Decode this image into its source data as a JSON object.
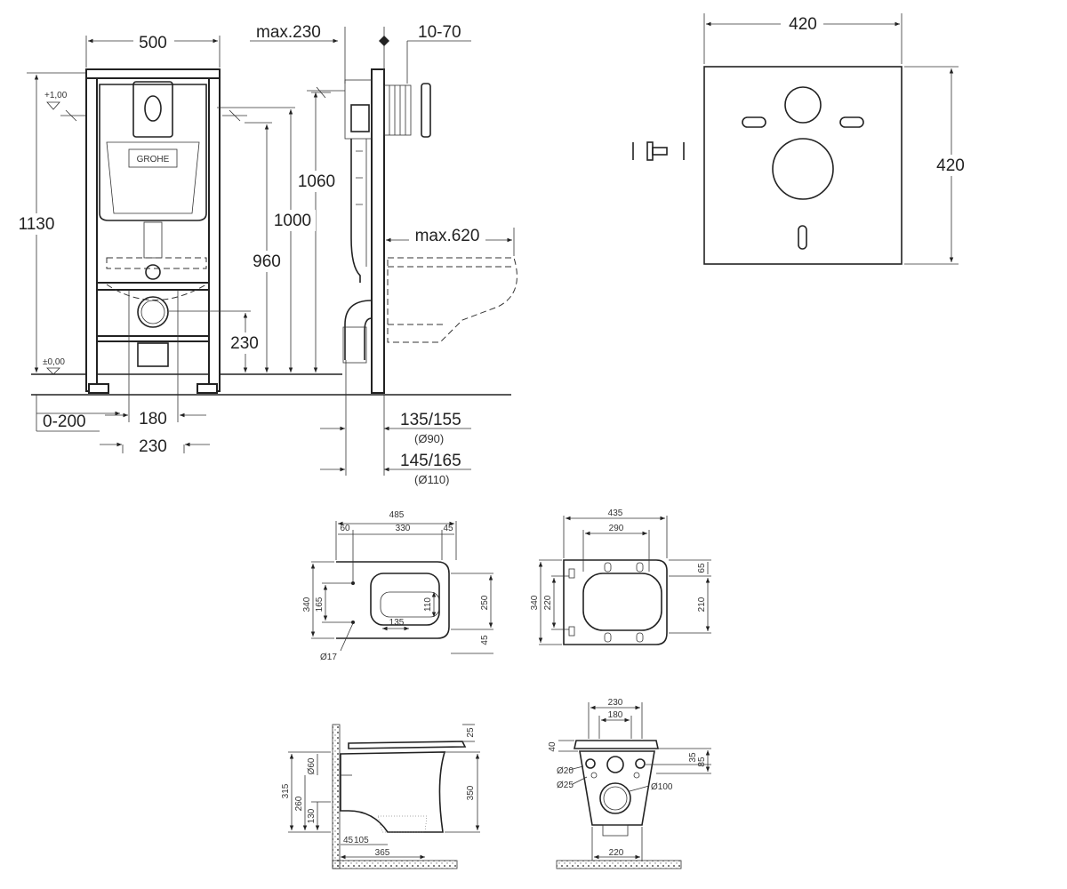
{
  "frame": {
    "width": "500",
    "max_depth": "max.230",
    "adjust": "10-70",
    "height_total": "1130",
    "level_top": "+1,00",
    "level_zero": "±0,00",
    "h1060": "1060",
    "h1000": "1000",
    "h960": "960",
    "h230": "230",
    "max_bowl": "max.620",
    "bolt_left": "0-200",
    "bolt_180": "180",
    "bolt_230": "230",
    "pipe90": "135/155",
    "pipe90_d": "(Ø90)",
    "pipe110": "145/165",
    "pipe110_d": "(Ø110)",
    "brand": "GROHE"
  },
  "plate": {
    "width": "420",
    "height": "420"
  },
  "bowl_top": {
    "overall": "485",
    "left": "60",
    "mid": "330",
    "right": "45",
    "depth": "340",
    "inner": "165",
    "hole_w": "135",
    "hole_h": "110",
    "outlet_depth": "250",
    "outlet_off": "45",
    "fix_dia": "Ø17"
  },
  "seat_top": {
    "overall": "435",
    "inner": "290",
    "depth": "340",
    "inner_depth": "220",
    "right_top": "65",
    "right_mid": "210"
  },
  "bowl_side": {
    "top": "25",
    "total": "315",
    "h260": "260",
    "h130": "130",
    "pipe": "Ø60",
    "height": "350",
    "d45": "45",
    "d105": "105",
    "d365": "365"
  },
  "bowl_front": {
    "top_w": "230",
    "inner_w": "180",
    "top_h": "40",
    "d20": "Ø20",
    "d25": "Ø25",
    "d100": "Ø100",
    "h35": "35",
    "h85": "85",
    "base": "220"
  }
}
